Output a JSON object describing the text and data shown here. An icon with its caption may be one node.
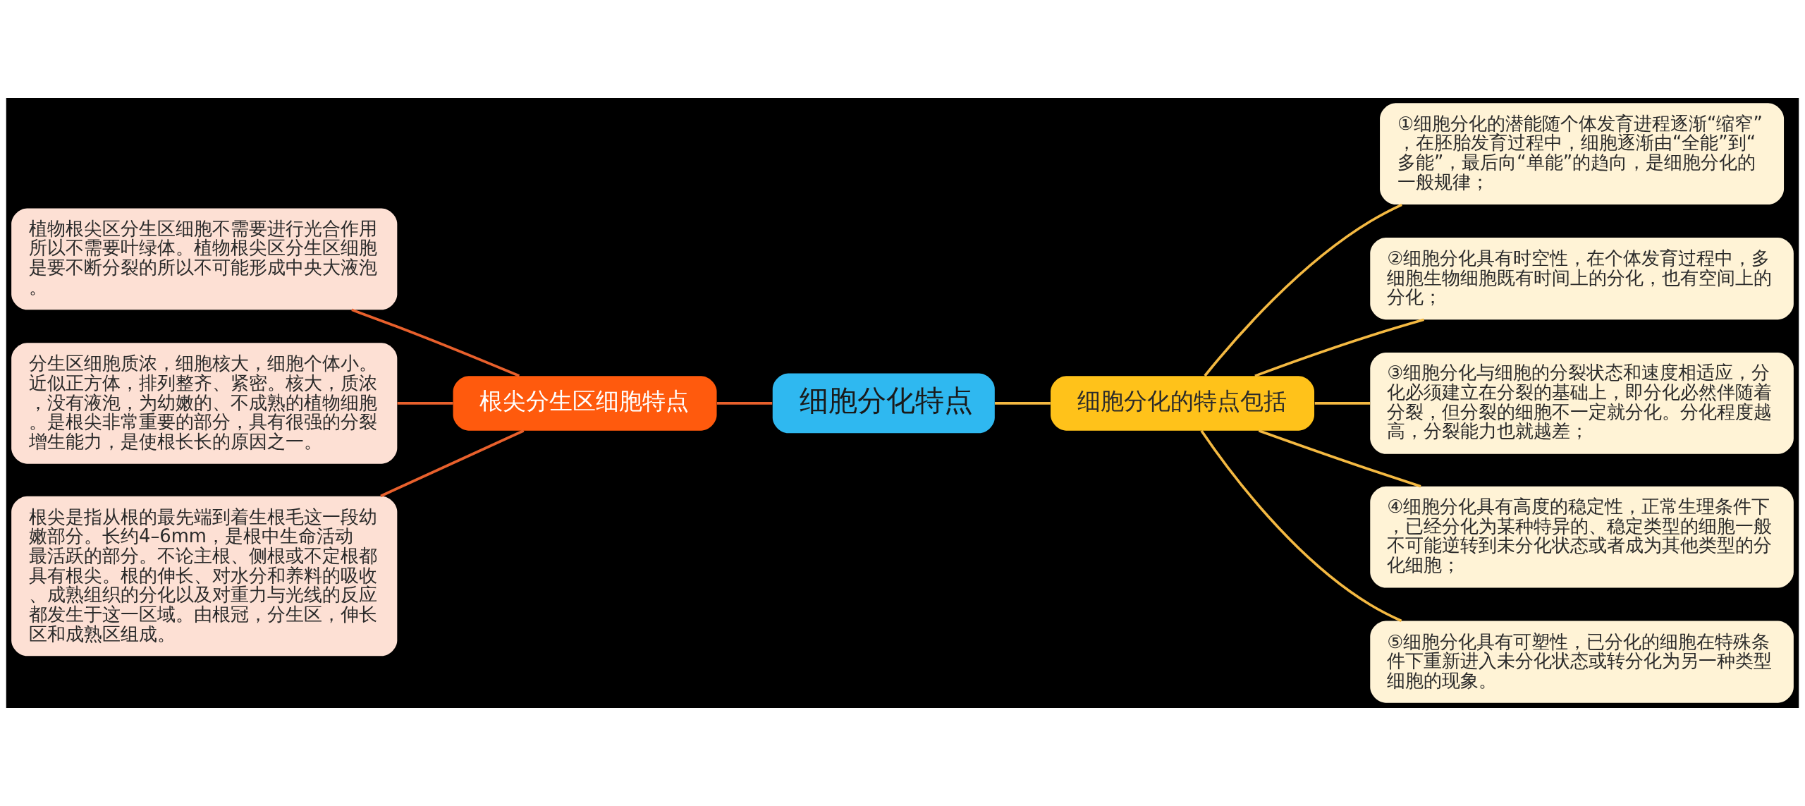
{
  "diagram": {
    "nodes": [
      {
        "text": [
          "细胞分化特点"
        ]
      },
      {
        "text": [
          "根尖分生区细胞特点"
        ]
      },
      {
        "text": [
          "植物根尖区分生区细胞不需要进行光合作用所以不需要叶绿体。植物根尖区分生区细胞是要不断分裂的所以不可能形成中央大液泡。"
        ]
      },
      {
        "text": [
          "分生区细胞质浓，细胞核大，细胞个体小。近似正方体，排列整齐、紧密。核大，质浓，没有液泡，为幼嫩的、不成熟的植物细胞。是根尖非常重要的部分，具有很强的分裂增生能力，是使根长长的原因之一。"
        ]
      },
      {
        "text": [
          "根尖是指从根的最先端到着生根毛这一段幼嫩部分。长约4–6mm，是根中生命活动最活跃的部分。不论主根、侧根或不定根都具有根尖。根的伸长、对水分和养料的吸收、成熟组织的分化以及对重力与光线的反应都发生于这一区域。由根冠，分生区，伸长区和成熟区组成。"
        ]
      },
      {
        "text": [
          "细胞分化的特点包括"
        ]
      },
      {
        "text": [
          "①细胞分化的潜能随个体发育进程逐渐“缩窄”，在胚胎发育过程中，细胞逐渐由“全能”到“多能”，最后向“单能”的趋向，是细胞分化的一般规律；"
        ]
      },
      {
        "text": [
          "②细胞分化具有时空性，在个体发育过程中，多细胞生物细胞既有时间上的分化，也有空间上的分化；"
        ]
      },
      {
        "text": [
          "③细胞分化与细胞的分裂状态和速度相适应，分化必须建立在分裂的基础上，即分化必然伴随着分裂，但分裂的细胞不一定就分化。分化程度越高，分裂能力也就越差；"
        ]
      },
      {
        "text": [
          "④细胞分化具有高度的稳定性，正常生理条件下，已经分化为某种特异的、稳定类型的细胞一般不可能逆转到未分化状态或者成为其他类型的分化细胞；"
        ]
      },
      {
        "text": [
          "⑤细胞分化具有可塑性，已分化的细胞在特殊条件下重新进入未分化状态或转分化为另一种类型细胞的现象。"
        ]
      }
    ],
    "edges": [
      {
        "from": 0,
        "to": 1,
        "arrow": "none",
        "color": "#e8602c"
      },
      {
        "from": 1,
        "to": 2,
        "arrow": "none",
        "color": "#e8602c"
      },
      {
        "from": 1,
        "to": 3,
        "arrow": "none",
        "color": "#e8602c"
      },
      {
        "from": 1,
        "to": 4,
        "arrow": "none",
        "color": "#e8602c"
      },
      {
        "from": 0,
        "to": 5,
        "arrow": "none"
      },
      {
        "from": 5,
        "to": 6,
        "arrow": "none"
      },
      {
        "from": 5,
        "to": 7,
        "arrow": "none"
      },
      {
        "from": 5,
        "to": 8,
        "arrow": "none"
      },
      {
        "from": 5,
        "to": 9,
        "arrow": "none"
      },
      {
        "from": 5,
        "to": 10,
        "arrow": "none"
      }
    ]
  }
}
